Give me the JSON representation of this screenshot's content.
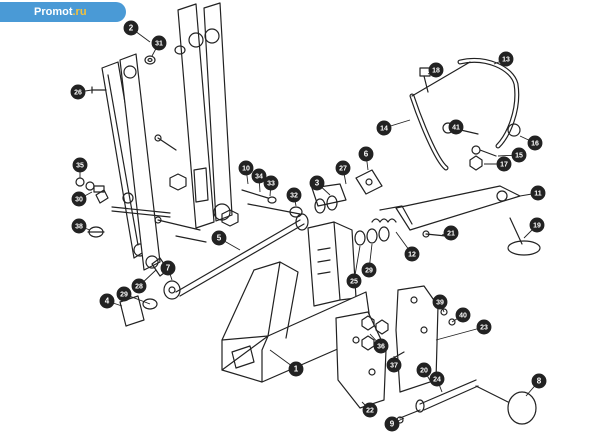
{
  "watermark": {
    "name": "Promot",
    "tld": ".ru"
  },
  "diagram": {
    "type": "exploded parts diagram",
    "colors": {
      "line": "#222222",
      "callout_fill": "#222222",
      "callout_text": "#ffffff",
      "background": "#ffffff"
    },
    "callouts": [
      "1",
      "2",
      "3",
      "4",
      "5",
      "6",
      "7",
      "8",
      "9",
      "10",
      "11",
      "12",
      "13",
      "14",
      "15",
      "16",
      "17",
      "18",
      "19",
      "20",
      "21",
      "22",
      "23",
      "24",
      "25",
      "26",
      "27",
      "28",
      "29",
      "30",
      "31",
      "32",
      "33",
      "34",
      "35",
      "36",
      "37",
      "38",
      "39",
      "40",
      "41"
    ]
  }
}
